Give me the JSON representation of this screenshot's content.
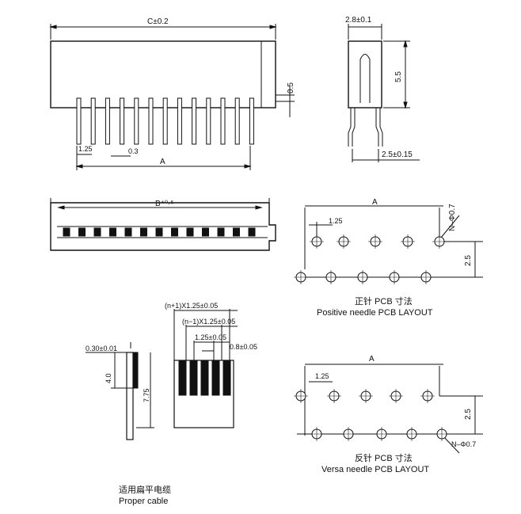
{
  "front_view": {
    "dim_c": "C±0.2",
    "dim_05": "0.5",
    "dim_pitch": "1.25",
    "dim_pin": "0.3",
    "dim_a": "A",
    "pin_count": 13
  },
  "side_view": {
    "dim_width": "2.8±0.1",
    "dim_height": "5.5",
    "dim_pitch": "2.5±0.15"
  },
  "top_view": {
    "dim_b": "B⁺⁰·⁵",
    "pin_count": 13
  },
  "positive_layout": {
    "dim_a": "A",
    "dim_pitch": "1.25",
    "hole": "N–Φ0.7",
    "dim_row": "2.5",
    "caption_cn": "正针 PCB  寸法",
    "caption_en": "Positive needle PCB LAYOUT"
  },
  "versa_layout": {
    "dim_a": "A",
    "dim_pitch": "1.25",
    "hole": "N–Φ0.7",
    "dim_row": "2.5",
    "caption_cn": "反针 PCB  寸法",
    "caption_en": "Versa needle PCB LAYOUT"
  },
  "cable": {
    "thickness": "0.30±0.01",
    "len_40": "4.0",
    "len_775": "7.75",
    "np1": "(n+1)X1.25±0.05",
    "nm1": "(n−1)X1.25±0.05",
    "pitch": "1.25±0.05",
    "width": "0.8±0.05",
    "caption_cn": "适用扁平电缆",
    "caption_en": "Proper cable"
  }
}
